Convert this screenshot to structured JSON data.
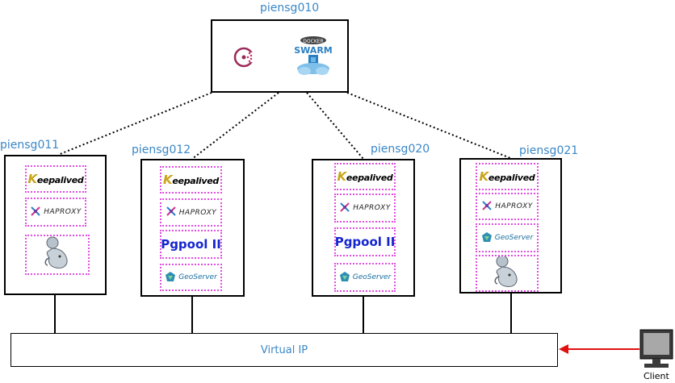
{
  "manager": {
    "hostname": "piensg010"
  },
  "nodes": [
    {
      "hostname": "piensg011"
    },
    {
      "hostname": "piensg012"
    },
    {
      "hostname": "piensg020"
    },
    {
      "hostname": "piensg021"
    }
  ],
  "services": {
    "keepalived": "eepalived",
    "keepalived_initial": "K",
    "haproxy": "HAPROXY",
    "pgpool": "Pgpool II",
    "geoserver": "GeoServer",
    "swarm_icon": "docker-swarm-icon",
    "consul_icon": "consul-icon",
    "postgres_icon": "postgresql-elephant-icon"
  },
  "virtual_ip": {
    "label": "Virtual IP"
  },
  "client": {
    "label": "Client"
  },
  "colors": {
    "host_label": "#3a87c7",
    "service_border": "#e04fe0",
    "arrow": "#e01010",
    "pgpool": "#1525d0"
  }
}
